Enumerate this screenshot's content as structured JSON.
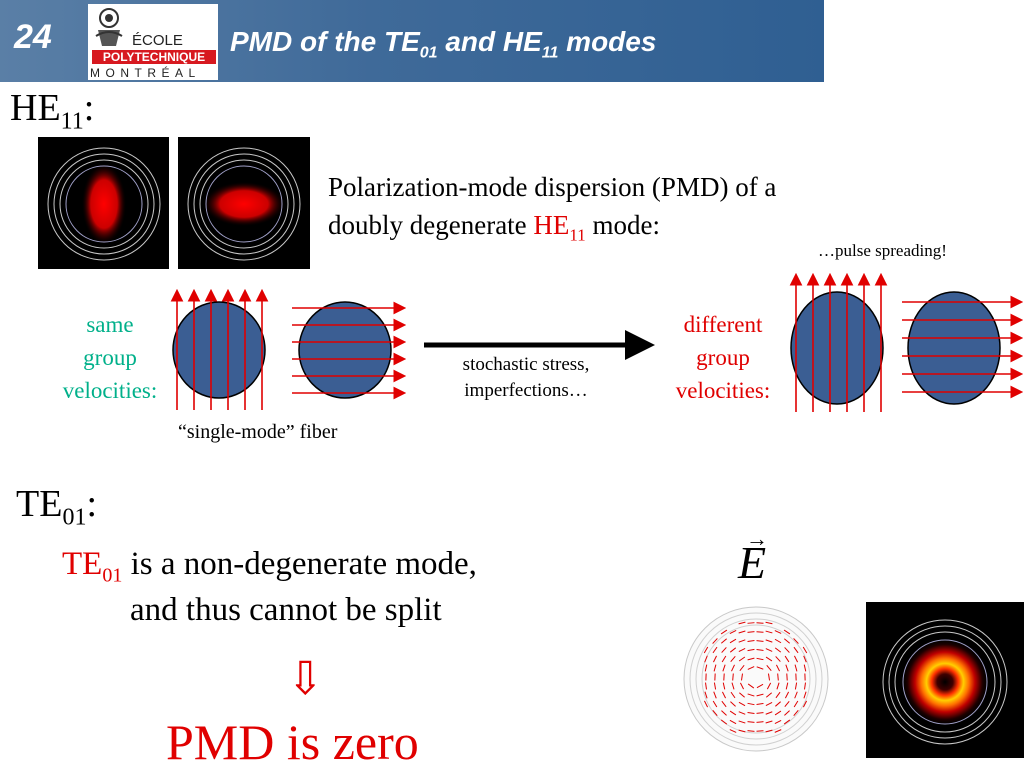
{
  "header": {
    "slide_number": "24",
    "title_pre": "PMD of the TE",
    "title_sub1": "01",
    "title_mid": " and HE",
    "title_sub2": "11",
    "title_post": " modes"
  },
  "logo": {
    "ecole": "ÉCOLE",
    "polytechnique": "POLYTECHNIQUE",
    "montreal": "MONTRÉAL"
  },
  "he11_section": {
    "label_main": "HE",
    "label_sub": "11",
    "label_colon": ":",
    "description_line1": "Polarization-mode dispersion (PMD) of a",
    "description_line2_pre": "doubly degenerate ",
    "description_mode": "HE",
    "description_mode_sub": "11",
    "description_line2_post": " mode:",
    "pulse_note": "…pulse spreading!",
    "same_label_lines": [
      "same",
      "group",
      "velocities:"
    ],
    "different_label_lines": [
      "different",
      "group",
      "velocities:"
    ],
    "stress_lines": [
      "stochastic stress,",
      "imperfections…"
    ],
    "fiber_caption": "“single-mode” fiber"
  },
  "te01_section": {
    "label_main": "TE",
    "label_sub": "01",
    "label_colon": ":",
    "line1_mode": "TE",
    "line1_mode_sub": "01",
    "line1_rest": " is a non-degenerate mode,",
    "line2": "and thus cannot be split",
    "arrow_glyph": "⇩",
    "conclusion": "PMD is zero",
    "field_symbol": "E",
    "field_arrow": "→"
  },
  "colors": {
    "header_blue": "#3f6a99",
    "accent_red": "#e00000",
    "teal": "#00b08a",
    "fiber_blue": "#3b5e93"
  }
}
